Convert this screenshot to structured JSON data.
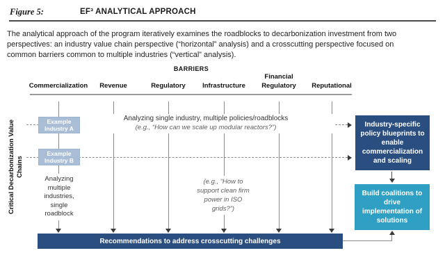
{
  "figure": {
    "label": "Figure 5:",
    "title": "EF³ ANALYTICAL APPROACH"
  },
  "description": "The analytical approach of the program iteratively examines the roadblocks to decarbonization investment from two perspectives: an industry value chain perspective (“horizontal” analysis) and a crosscutting perspective focused on common barriers common to multiple industries (“vertical” analysis).",
  "diagram": {
    "barriers_header": "BARRIERS",
    "columns": [
      "Commercialization",
      "Revenue",
      "Regulatory",
      "Infrastructure",
      "Financial Regulatory",
      "Reputational"
    ],
    "y_axis_label": "Critical Decarbonization Value Chains",
    "industry_boxes": [
      "Example Industry A",
      "Example Industry B"
    ],
    "horizontal_note": "Analyzing single industry, multiple policies/roadblocks",
    "horizontal_note_example": "(e.g., “How can we scale up modular reactors?”)",
    "vertical_note": "Analyzing multiple industries, single roadblock",
    "vertical_note_example": "(e.g., “How to support clean firm power in ISO grids?”)",
    "output_box_blueprints": "Industry-specific policy blueprints to enable commercialization and scaling",
    "output_box_coalitions": "Build coalitions to drive implementation of solutions",
    "bottom_bar": "Recommendations to address crosscutting challenges",
    "colors": {
      "dark_blue": "#2b4e80",
      "teal": "#2f9fc3",
      "light_blue": "#a9bed6"
    }
  }
}
